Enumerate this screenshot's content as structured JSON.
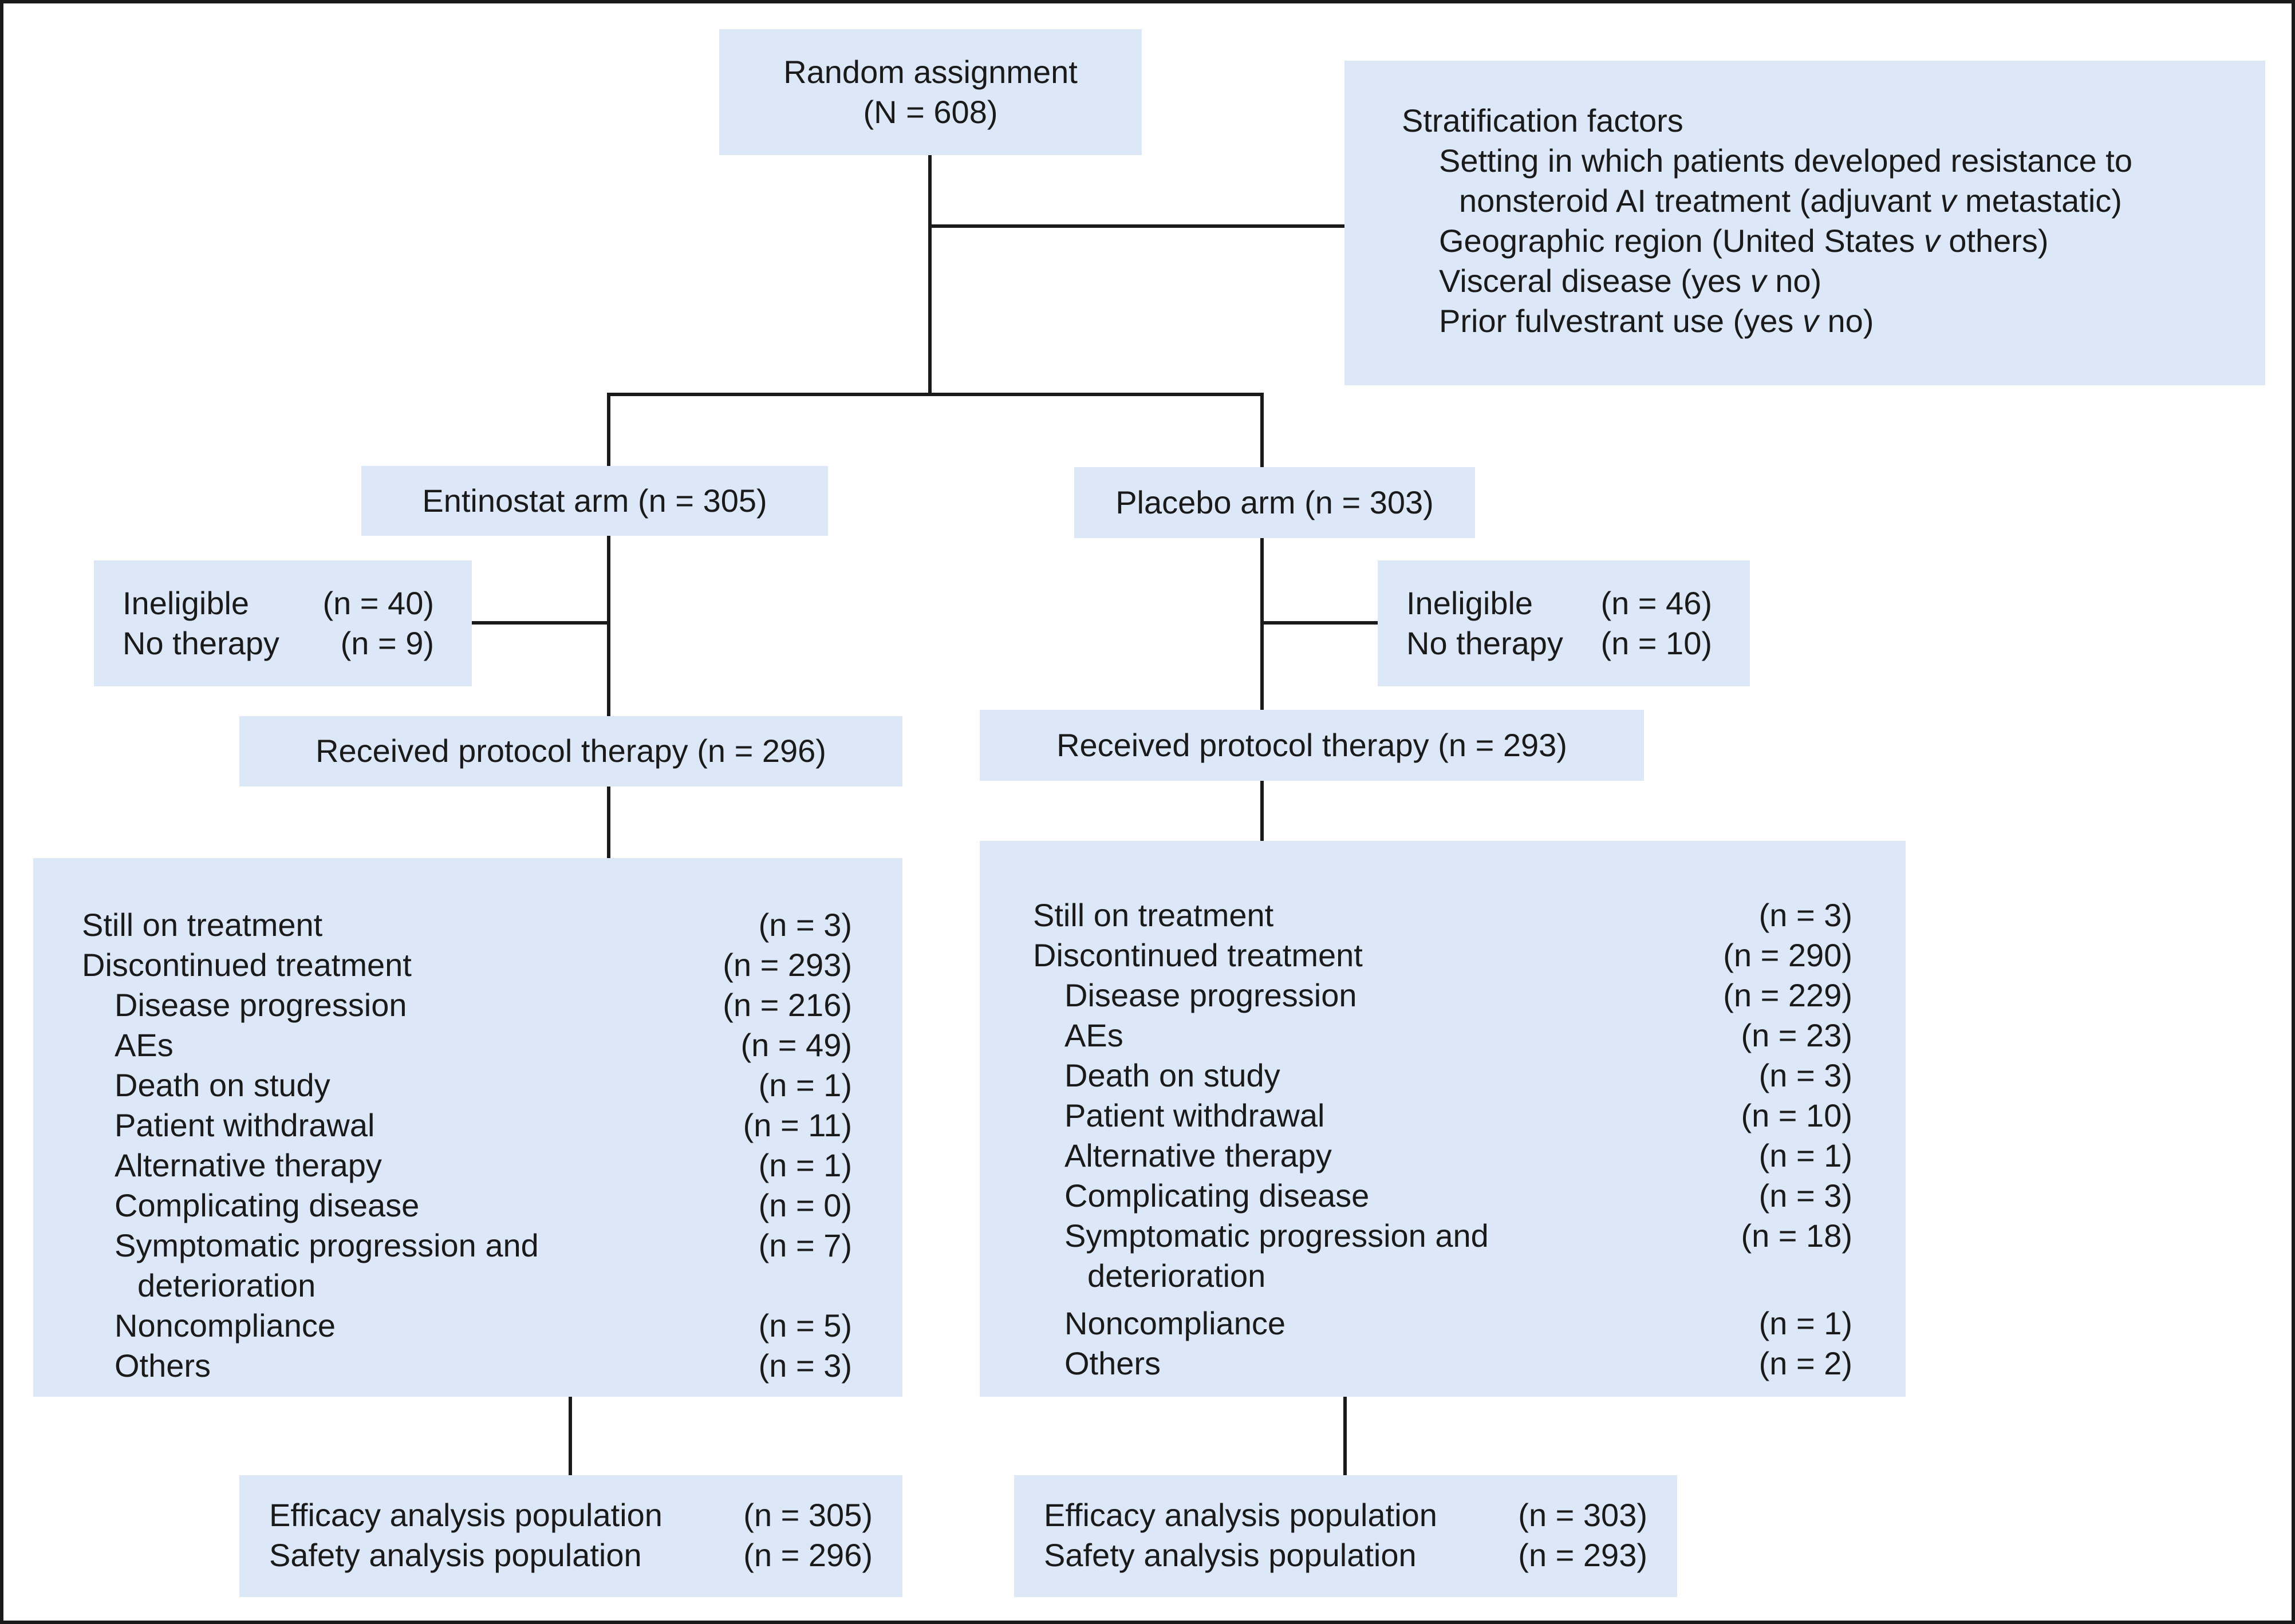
{
  "random_assignment": {
    "title": "Random assignment",
    "count": "(N = 608)"
  },
  "stratification": {
    "heading": "Stratification factors",
    "items": [
      "Setting in which patients developed resistance to",
      "Geographic region (United States ",
      "Visceral disease (yes ",
      "Prior fulvestrant use (yes "
    ],
    "item0_cont_before": "nonsteroid AI treatment (adjuvant ",
    "item0_cont_after": " metastatic)",
    "item1_after": " others)",
    "item2_after": " no)",
    "item3_after": " no)",
    "versus": "v"
  },
  "arms": {
    "entinostat": {
      "label": "Entinostat arm (n = 305)",
      "excluded": [
        {
          "label": "Ineligible",
          "count": "(n = 40)"
        },
        {
          "label": "No therapy",
          "count": "(n = 9)"
        }
      ],
      "received": "Received protocol therapy  (n = 296)",
      "status": [
        {
          "label": "Still on treatment",
          "count": "(n = 3)"
        },
        {
          "label": "Discontinued  treatment",
          "count": "(n = 293)"
        }
      ],
      "reasons": [
        {
          "label": "Disease progression",
          "count": "(n = 216)"
        },
        {
          "label": "AEs",
          "count": "(n = 49)"
        },
        {
          "label": "Death on study",
          "count": "(n = 1)"
        },
        {
          "label": "Patient withdrawal",
          "count": "(n = 11)"
        },
        {
          "label": "Alternative therapy",
          "count": "(n = 1)"
        },
        {
          "label": "Complicating disease",
          "count": "(n = 0)"
        },
        {
          "label": "Symptomatic progression and",
          "label_cont": "deterioration",
          "count": "(n = 7)"
        },
        {
          "label": "Noncompliance",
          "count": "(n = 5)"
        },
        {
          "label": "Others",
          "count": "(n = 3)"
        }
      ],
      "analysis": [
        {
          "label": "Efficacy analysis population",
          "count": "(n = 305)"
        },
        {
          "label": "Safety analysis population",
          "count": "(n = 296)"
        }
      ]
    },
    "placebo": {
      "label": "Placebo arm (n = 303)",
      "excluded": [
        {
          "label": "Ineligible",
          "count": "(n = 46)"
        },
        {
          "label": "No therapy",
          "count": "(n = 10)"
        }
      ],
      "received": "Received protocol therapy  (n = 293)",
      "status": [
        {
          "label": "Still on treatment",
          "count": "(n = 3)"
        },
        {
          "label": "Discontinued  treatment",
          "count": "(n = 290)"
        }
      ],
      "reasons": [
        {
          "label": "Disease progression",
          "count": "(n = 229)"
        },
        {
          "label": "AEs",
          "count": "(n = 23)"
        },
        {
          "label": "Death on study",
          "count": "(n = 3)"
        },
        {
          "label": "Patient withdrawal",
          "count": "(n = 10)"
        },
        {
          "label": "Alternative therapy",
          "count": "(n = 1)"
        },
        {
          "label": "Complicating disease",
          "count": "(n = 3)"
        },
        {
          "label": "Symptomatic progression and",
          "label_cont": "deterioration",
          "count": "(n = 18)"
        },
        {
          "label": "Noncompliance",
          "count": "(n = 1)"
        },
        {
          "label": "Others",
          "count": "(n = 2)"
        }
      ],
      "analysis": [
        {
          "label": "Efficacy analysis population",
          "count": "(n = 303)"
        },
        {
          "label": "Safety analysis population",
          "count": "(n = 293)"
        }
      ]
    }
  }
}
